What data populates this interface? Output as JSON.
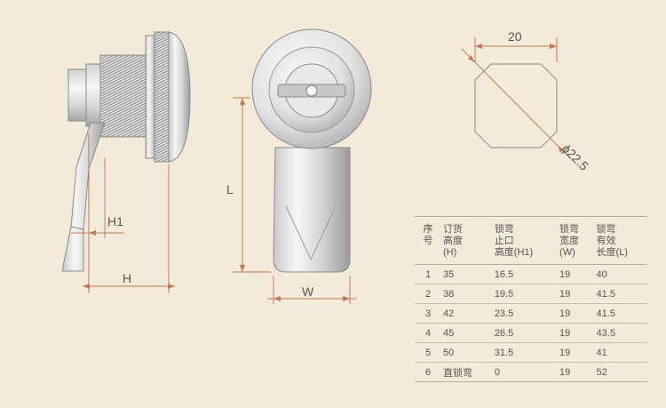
{
  "labels": {
    "h1": "H1",
    "h": "H",
    "l": "L",
    "w": "W",
    "width20": "20",
    "diameter": "ϕ22.5"
  },
  "table": {
    "headers": [
      [
        "序",
        "号"
      ],
      [
        "订货",
        "高度",
        "(H)"
      ],
      [
        "锁弯",
        "止口",
        "高度(H1)"
      ],
      [
        "锁弯",
        "宽度",
        "(W)"
      ],
      [
        "锁弯",
        "有效",
        "长度(L)"
      ]
    ],
    "rows": [
      [
        "1",
        "35",
        "16.5",
        "19",
        "40"
      ],
      [
        "2",
        "38",
        "19.5",
        "19",
        "41.5"
      ],
      [
        "3",
        "42",
        "23.5",
        "19",
        "41.5"
      ],
      [
        "4",
        "45",
        "26.5",
        "19",
        "43.5"
      ],
      [
        "5",
        "50",
        "31.5",
        "19",
        "41"
      ],
      [
        "6",
        "直锁弯",
        "0",
        "19",
        "52"
      ]
    ]
  },
  "colors": {
    "dimension_line": "#c07a5a",
    "outline": "#8a8a8a",
    "metal_light": "#f4f4f4",
    "metal_dark": "#a9a9a9"
  }
}
